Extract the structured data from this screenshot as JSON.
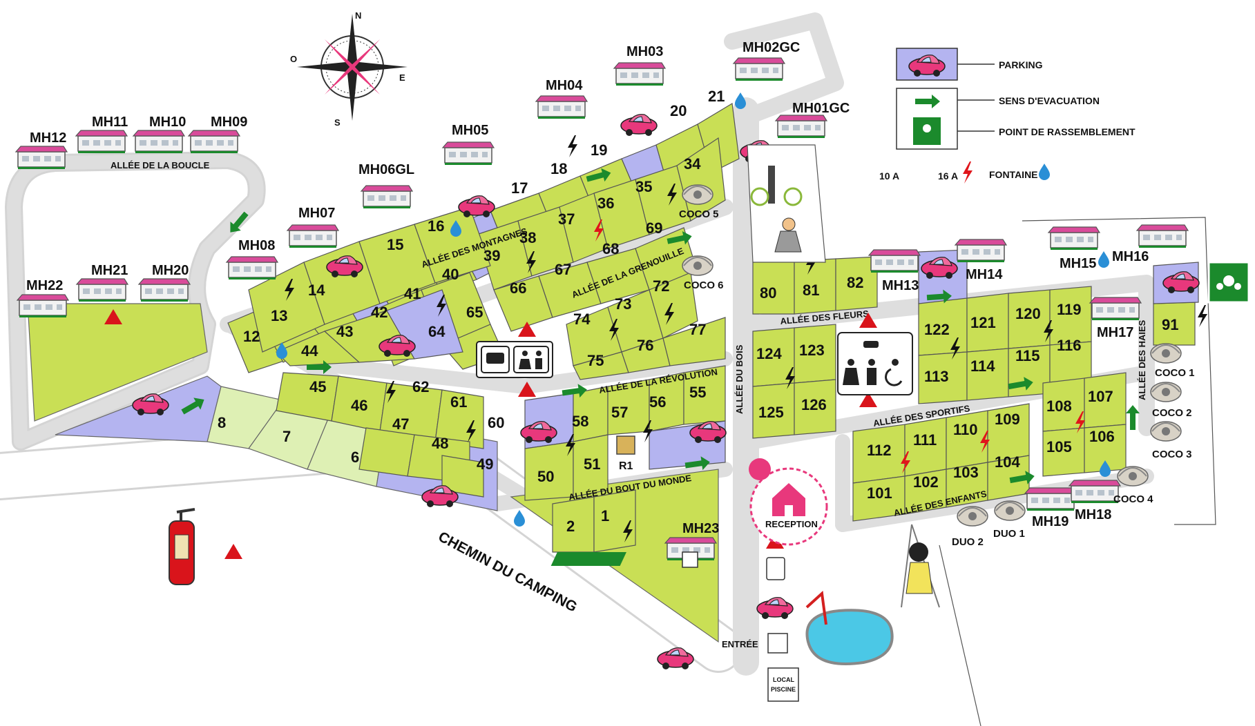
{
  "compass": {
    "n": "N",
    "e": "E",
    "s": "S",
    "o": "O"
  },
  "legend": {
    "parking": "PARKING",
    "evacuation": "SENS D'EVACUATION",
    "assembly": "POINT DE RASSEMBLEMENT",
    "amp10": "10 A",
    "amp16": "16 A",
    "fountain": "FONTAINE"
  },
  "roads": {
    "boucle": "ALLÉE DE LA BOUCLE",
    "montagnes": "ALLÉE DES MONTAGNES",
    "grenouille": "ALLÉE DE LA GRENOUILLE",
    "revolution": "ALLÉE DE LA RÉVOLUTION",
    "bout_monde": "ALLÉE DU BOUT DU MONDE",
    "bois": "ALLÉE DU BOIS",
    "fleurs": "ALLÉE DES FLEURS",
    "sportifs": "ALLÉE DES SPORTIFS",
    "enfants": "ALLÉE DES ENFANTS",
    "haies": "ALLÉE DES HAIES",
    "chemin": "CHEMIN DU CAMPING"
  },
  "mobilhomes": {
    "mh01gc": "MH01GC",
    "mh02gc": "MH02GC",
    "mh03": "MH03",
    "mh04": "MH04",
    "mh05": "MH05",
    "mh06gl": "MH06GL",
    "mh07": "MH07",
    "mh08": "MH08",
    "mh09": "MH09",
    "mh10": "MH10",
    "mh11": "MH11",
    "mh12": "MH12",
    "mh13": "MH13",
    "mh14": "MH14",
    "mh15": "MH15",
    "mh16": "MH16",
    "mh17": "MH17",
    "mh18": "MH18",
    "mh19": "MH19",
    "mh20": "MH20",
    "mh21": "MH21",
    "mh22": "MH22",
    "mh23": "MH23"
  },
  "cocos": {
    "coco1": "COCO 1",
    "coco2": "COCO 2",
    "coco3": "COCO 3",
    "coco4": "COCO 4",
    "coco5": "COCO 5",
    "coco6": "COCO 6",
    "duo1": "DUO 1",
    "duo2": "DUO 2"
  },
  "plots": {
    "p1": "1",
    "p2": "2",
    "p6": "6",
    "p7": "7",
    "p8": "8",
    "p12": "12",
    "p13": "13",
    "p14": "14",
    "p15": "15",
    "p16": "16",
    "p17": "17",
    "p18": "18",
    "p19": "19",
    "p20": "20",
    "p21": "21",
    "p34": "34",
    "p35": "35",
    "p36": "36",
    "p37": "37",
    "p38": "38",
    "p39": "39",
    "p40": "40",
    "p41": "41",
    "p42": "42",
    "p43": "43",
    "p44": "44",
    "p45": "45",
    "p46": "46",
    "p47": "47",
    "p48": "48",
    "p49": "49",
    "p50": "50",
    "p51": "51",
    "p55": "55",
    "p56": "56",
    "p57": "57",
    "p58": "58",
    "p60": "60",
    "p61": "61",
    "p62": "62",
    "p64": "64",
    "p65": "65",
    "p66": "66",
    "p67": "67",
    "p68": "68",
    "p69": "69",
    "p72": "72",
    "p73": "73",
    "p74": "74",
    "p75": "75",
    "p76": "76",
    "p77": "77",
    "p80": "80",
    "p81": "81",
    "p82": "82",
    "p91": "91",
    "p101": "101",
    "p102": "102",
    "p103": "103",
    "p104": "104",
    "p105": "105",
    "p106": "106",
    "p107": "107",
    "p108": "108",
    "p109": "109",
    "p110": "110",
    "p111": "111",
    "p112": "112",
    "p113": "113",
    "p114": "114",
    "p115": "115",
    "p116": "116",
    "p119": "119",
    "p120": "120",
    "p121": "121",
    "p122": "122",
    "p123": "123",
    "p124": "124",
    "p125": "125",
    "p126": "126"
  },
  "places": {
    "r1": "R1",
    "reception": "RECEPTION",
    "entree": "ENTRÉE",
    "local_piscine_1": "LOCAL",
    "local_piscine_2": "PISCINE"
  },
  "colors": {
    "plot": "#c9df55",
    "plot_light": "#def0b4",
    "parking": "#b4b4f0",
    "road": "#dcdcdc",
    "car": "#e8387c",
    "arrow": "#1b8a2c",
    "warning": "#d9141b"
  }
}
